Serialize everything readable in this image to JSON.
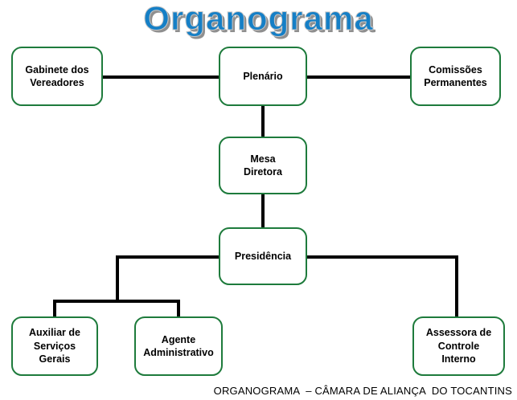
{
  "title": "Organograma",
  "nodes": {
    "gabinete": {
      "label": "Gabinete dos\nVereadores"
    },
    "plenario": {
      "label": "Plenário"
    },
    "comissoes": {
      "label": "Comissões\nPermanentes"
    },
    "mesa": {
      "label": "Mesa\nDiretora"
    },
    "presidencia": {
      "label": "Presidência"
    },
    "auxiliar": {
      "label": "Auxiliar de\nServiços\nGerais"
    },
    "agente": {
      "label": "Agente\nAdministrativo"
    },
    "assessora": {
      "label": "Assessora de\nControle\nInterno"
    }
  },
  "edges": [
    {
      "from": "gabinete",
      "to": "plenario"
    },
    {
      "from": "plenario",
      "to": "comissoes"
    },
    {
      "from": "plenario",
      "to": "mesa"
    },
    {
      "from": "mesa",
      "to": "presidencia"
    },
    {
      "from": "presidencia",
      "to": "auxiliar"
    },
    {
      "from": "presidencia",
      "to": "agente"
    },
    {
      "from": "presidencia",
      "to": "assessora"
    }
  ],
  "footer": "ORGANOGRAMA  – CÂMARA DE ALIANÇA  DO TOCANTINS",
  "colors": {
    "background": "#FFFFFF",
    "box_border": "#1E7B3C",
    "connector": "#000000",
    "text": "#000000",
    "title_fill": "#157FC6",
    "title_outline": "#C8C8C8",
    "title_shadow": "#8F8F8F"
  }
}
